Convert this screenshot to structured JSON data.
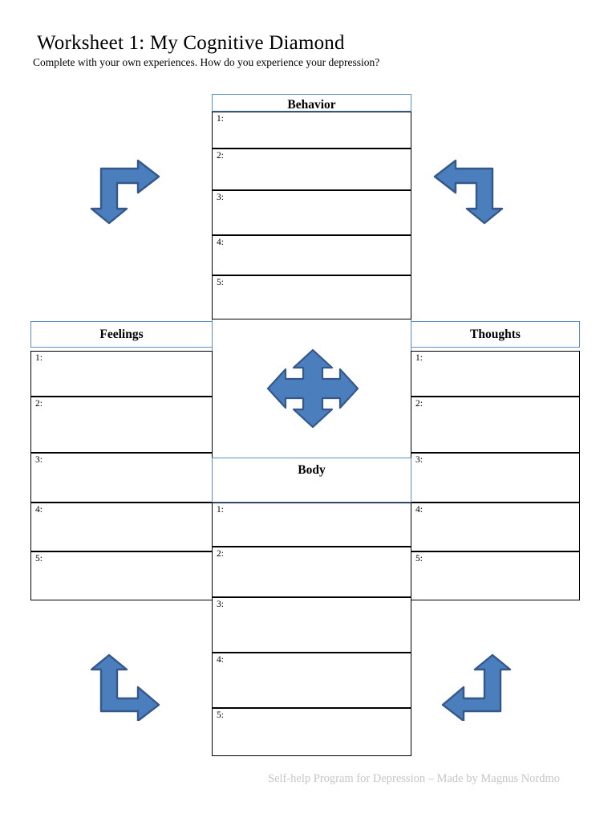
{
  "document": {
    "title": "Worksheet 1: My Cognitive Diamond",
    "subtitle": "Complete with your own experiences. How do you experience your depression?",
    "footer": "Self-help Program for Depression – Made by Magnus Nordmo"
  },
  "colors": {
    "header_border_blue": "#5B8FC9",
    "row_border_black": "#000000",
    "arrow_fill": "#4A7EBD",
    "arrow_stroke": "#35578A",
    "footer_gray": "#C6C6C6",
    "page_background": "#FFFFFF"
  },
  "sections": {
    "behavior": {
      "heading": "Behavior",
      "rows": [
        {
          "label": "1:",
          "value": ""
        },
        {
          "label": "2:",
          "value": ""
        },
        {
          "label": "3:",
          "value": ""
        },
        {
          "label": "4:",
          "value": ""
        },
        {
          "label": "5:",
          "value": ""
        }
      ]
    },
    "feelings": {
      "heading": "Feelings",
      "rows": [
        {
          "label": "1:",
          "value": ""
        },
        {
          "label": "2:",
          "value": ""
        },
        {
          "label": "3:",
          "value": ""
        },
        {
          "label": "4:",
          "value": ""
        },
        {
          "label": "5:",
          "value": ""
        }
      ]
    },
    "thoughts": {
      "heading": "Thoughts",
      "rows": [
        {
          "label": "1:",
          "value": ""
        },
        {
          "label": "2:",
          "value": ""
        },
        {
          "label": "3:",
          "value": ""
        },
        {
          "label": "4:",
          "value": ""
        },
        {
          "label": "5:",
          "value": ""
        }
      ]
    },
    "body": {
      "heading": "Body",
      "rows": [
        {
          "label": "1:",
          "value": ""
        },
        {
          "label": "2:",
          "value": ""
        },
        {
          "label": "3:",
          "value": ""
        },
        {
          "label": "4:",
          "value": ""
        },
        {
          "label": "5:",
          "value": ""
        }
      ]
    }
  },
  "arrows": {
    "center": "four-way-arrow-icon",
    "top_left": "bent-arrow-right-down-icon",
    "top_right": "bent-arrow-left-down-icon",
    "bottom_left": "bent-arrow-up-right-icon",
    "bottom_right": "bent-arrow-up-left-icon"
  }
}
